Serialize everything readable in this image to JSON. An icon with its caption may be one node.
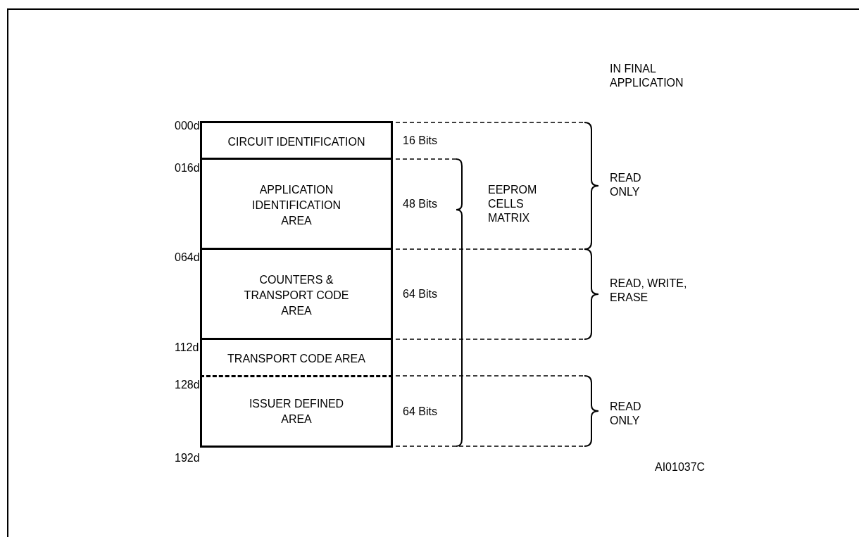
{
  "diagram": {
    "nodes": [
      {
        "text": [
          "CIRCUIT IDENTIFICATION"
        ],
        "beside": [
          "16 Bits"
        ]
      },
      {
        "text": [
          "APPLICATION IDENTIFICATION AREA"
        ],
        "beside": [
          "48 Bits"
        ]
      },
      {
        "text": [
          "COUNTERS & TRANSPORT CODE AREA"
        ],
        "beside": [
          "64 Bits"
        ]
      },
      {
        "text": [
          "TRANSPORT CODE AREA"
        ]
      },
      {
        "text": [
          "ISSUER DEFINED AREA"
        ],
        "beside": [
          "64 Bits"
        ]
      }
    ],
    "edges": [],
    "labels": [
      "IN FINAL APPLICATION",
      "000d",
      "016d",
      "READ ONLY",
      "EEPROM CELLS MATRIX",
      "064d",
      "READ, WRITE, ERASE",
      "112d",
      "128d",
      "READ ONLY",
      "192d",
      "AI01037C"
    ]
  }
}
